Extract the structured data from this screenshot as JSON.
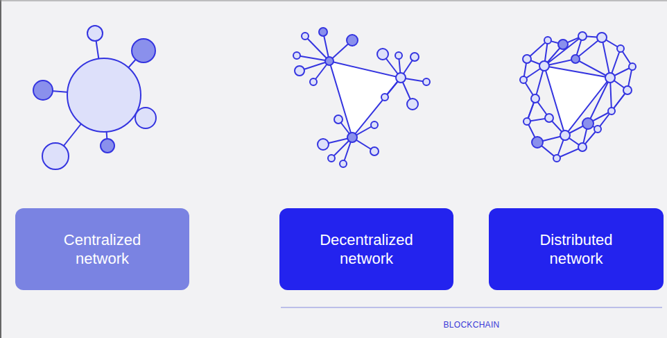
{
  "diagram": {
    "nodes": [
      {
        "text": [
          "Centralized network"
        ]
      },
      {
        "text": [
          "Decentralized network"
        ]
      },
      {
        "text": [
          "Distributed network"
        ]
      }
    ],
    "labels": [
      "BLOCKCHAIN"
    ]
  }
}
